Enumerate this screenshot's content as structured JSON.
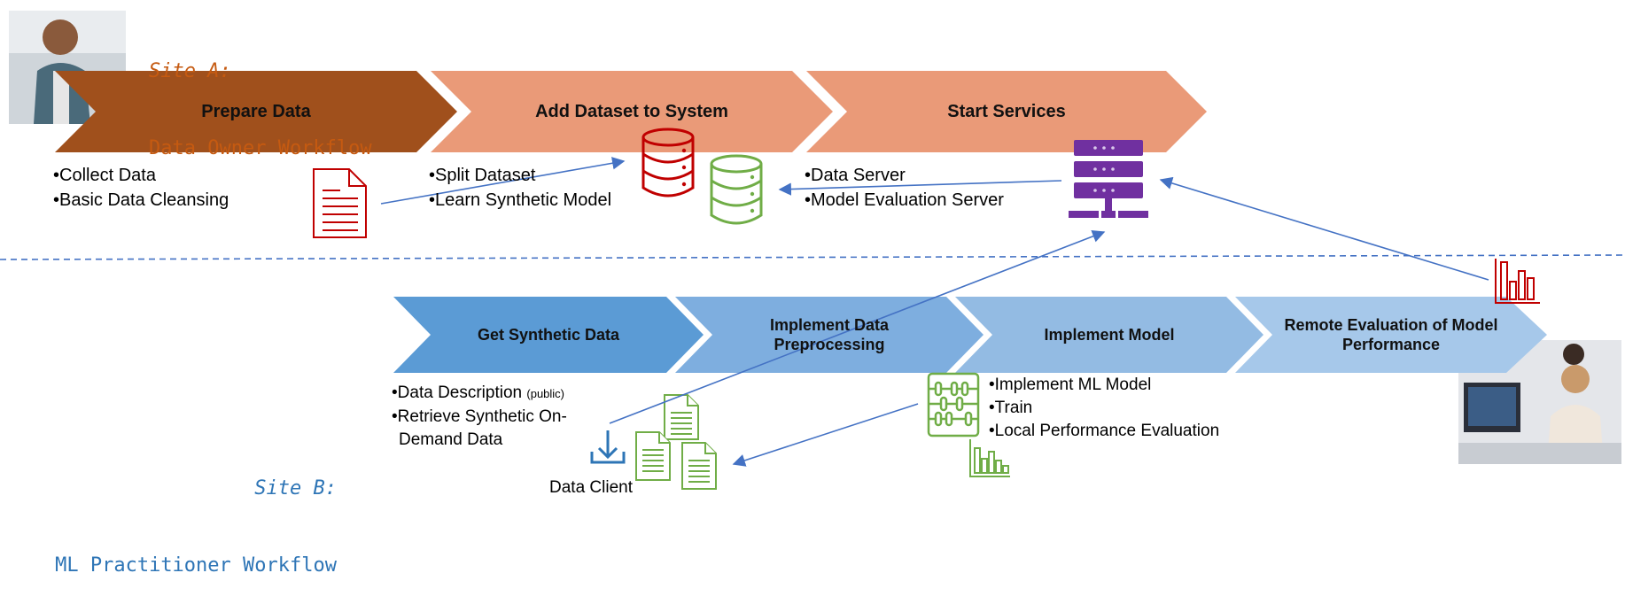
{
  "site_a": {
    "site_label": "Site A:",
    "workflow_name": "Data Owner Workflow",
    "steps": [
      {
        "label": "Prepare Data",
        "bullets": [
          "Collect Data",
          "Basic Data Cleansing"
        ]
      },
      {
        "label": "Add Dataset to System",
        "bullets": [
          "Split Dataset",
          "Learn Synthetic Model"
        ]
      },
      {
        "label": "Start Services",
        "bullets": [
          "Data Server",
          "Model Evaluation Server"
        ]
      }
    ]
  },
  "site_b": {
    "site_label": "Site B:",
    "workflow_name": "ML Practitioner Workflow",
    "steps": [
      {
        "label": "Get Synthetic Data",
        "bullets": [
          {
            "text": "Data Description",
            "note": "(public)"
          },
          {
            "text": "Retrieve Synthetic On-",
            "cont": "Demand Data"
          }
        ]
      },
      {
        "label_line1": "Implement Data",
        "label_line2": "Preprocessing"
      },
      {
        "label": "Implement Model",
        "bullets": [
          "Implement ML Model",
          "Train",
          "Local Performance Evaluation"
        ]
      },
      {
        "label_line1": "Remote Evaluation of Model",
        "label_line2": "Performance"
      }
    ],
    "data_client_label": "Data Client"
  },
  "colors": {
    "site_a_text": "#c55a11",
    "site_b_text": "#2e75b6",
    "step_a1": "#a0501c",
    "step_a2": "#ea9a78",
    "step_b1": "#5b9bd5",
    "step_b2": "#7eaedf",
    "step_b3": "#93bbe3",
    "step_b4": "#a6c8ea",
    "doc_red": "#c00000",
    "db_green": "#70ad47",
    "server_purple": "#7030a0",
    "arrow_blue": "#4472c4"
  },
  "icons": [
    "person-photo-icon",
    "document-icon",
    "database-red-icon",
    "database-green-icon",
    "server-icon",
    "bar-chart-red-icon",
    "bar-chart-green-icon",
    "abacus-icon",
    "download-icon",
    "documents-green-icon",
    "team-photo-icon"
  ]
}
